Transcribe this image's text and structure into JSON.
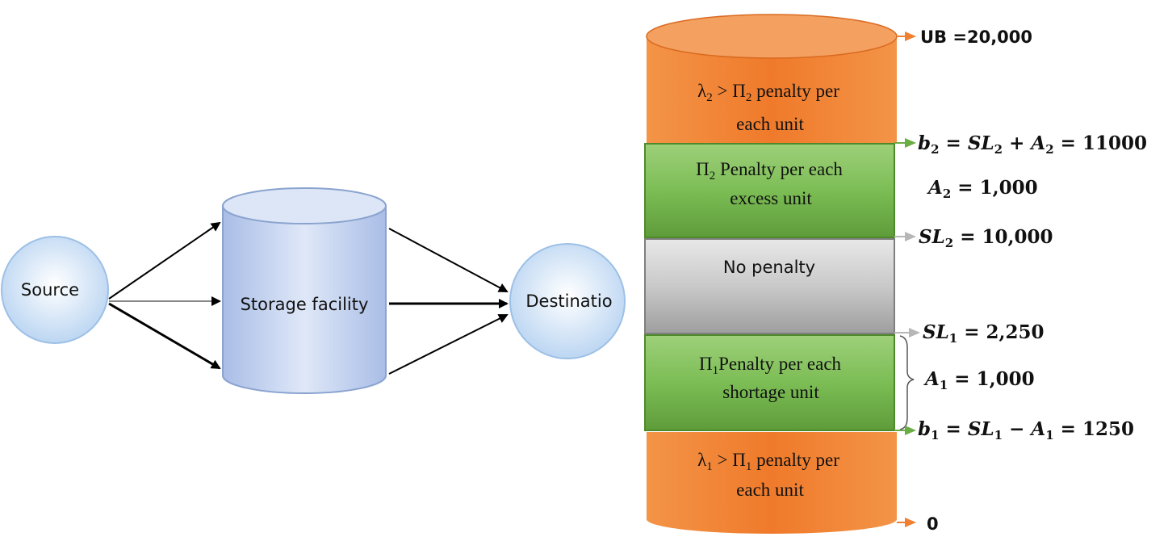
{
  "flow": {
    "source": "Source",
    "storage": "Storage facility",
    "destination": "Destinatio"
  },
  "zones": {
    "top": {
      "line1_sym": "λ",
      "line1_sub": "2",
      "line1_cmp": " > Π",
      "line1_cmp_sub": "2",
      "line1_rest": "  penalty per",
      "line2": "each unit"
    },
    "upper": {
      "line1_sym": "Π",
      "line1_sub": "2",
      "line1_rest": " Penalty per each",
      "line2": "excess unit"
    },
    "middle": {
      "label": "No penalty"
    },
    "lower": {
      "line1_sym": "Π",
      "line1_sub": "1",
      "line1_rest": "Penalty per each",
      "line2": "shortage unit"
    },
    "bottom": {
      "line1_sym": "λ",
      "line1_sub": "1",
      "line1_cmp": " > Π",
      "line1_cmp_sub": "1",
      "line1_rest": " penalty per",
      "line2": "each unit"
    }
  },
  "levels": {
    "ub": "UB =20,000",
    "b2": {
      "var": "b",
      "sub": "2",
      "eq": " = ",
      "sl": "SL",
      "sl_sub": "2",
      "op": " + ",
      "a": "A",
      "a_sub": "2",
      "val": " = 11000"
    },
    "a2": {
      "var": "A",
      "sub": "2",
      "val": " = 1,000"
    },
    "sl2": {
      "var": "SL",
      "sub": "2",
      "val": " = 10,000"
    },
    "sl1": {
      "var": "SL",
      "sub": "1",
      "val": " = 2,250"
    },
    "a1": {
      "var": "A",
      "sub": "1",
      "val": " = 1,000"
    },
    "b1": {
      "var": "b",
      "sub": "1",
      "eq": " = ",
      "sl": "SL",
      "sl_sub": "1",
      "op": " − ",
      "a": "A",
      "a_sub": "1",
      "val": "  = 1250"
    },
    "zero": "0"
  },
  "colors": {
    "orange": "#f07f31",
    "green": "#6aad45",
    "gray": "#b7b7b7",
    "blue_node": "#cfe2f6",
    "blue_cyl": "#b9cbec"
  }
}
